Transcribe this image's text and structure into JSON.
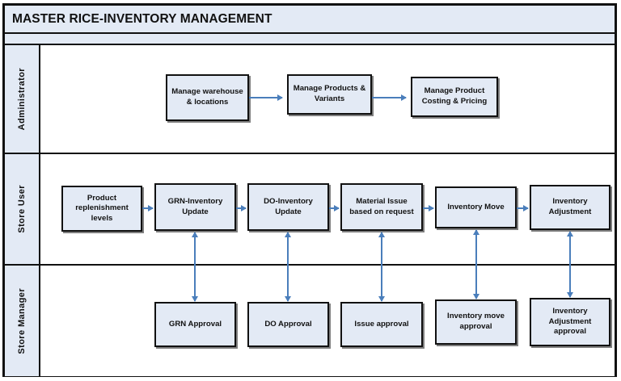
{
  "diagram": {
    "title": "MASTER RICE-INVENTORY MANAGEMENT",
    "colors": {
      "node_fill": "#e3eaf5",
      "node_border": "#111111",
      "arrow": "#4a7ebb",
      "lane_header_fill": "#e3eaf5",
      "canvas": "#ffffff"
    },
    "lanes": [
      {
        "label": "Administrator"
      },
      {
        "label": "Store User"
      },
      {
        "label": "Store Manager"
      }
    ],
    "nodes": {
      "admin": [
        {
          "label": "Manage warehouse & locations"
        },
        {
          "label": "Manage Products & Variants"
        },
        {
          "label": "Manage Product Costing & Pricing"
        }
      ],
      "store_user": [
        {
          "label": "Product replenishment levels"
        },
        {
          "label": "GRN-Inventory Update"
        },
        {
          "label": "DO-Inventory Update"
        },
        {
          "label": "Material Issue based on request"
        },
        {
          "label": "Inventory Move"
        },
        {
          "label": "Inventory Adjustment"
        }
      ],
      "store_manager": [
        {
          "label": "GRN Approval"
        },
        {
          "label": "DO Approval"
        },
        {
          "label": "Issue approval"
        },
        {
          "label": "Inventory move approval"
        },
        {
          "label": "Inventory Adjustment approval"
        }
      ]
    }
  }
}
